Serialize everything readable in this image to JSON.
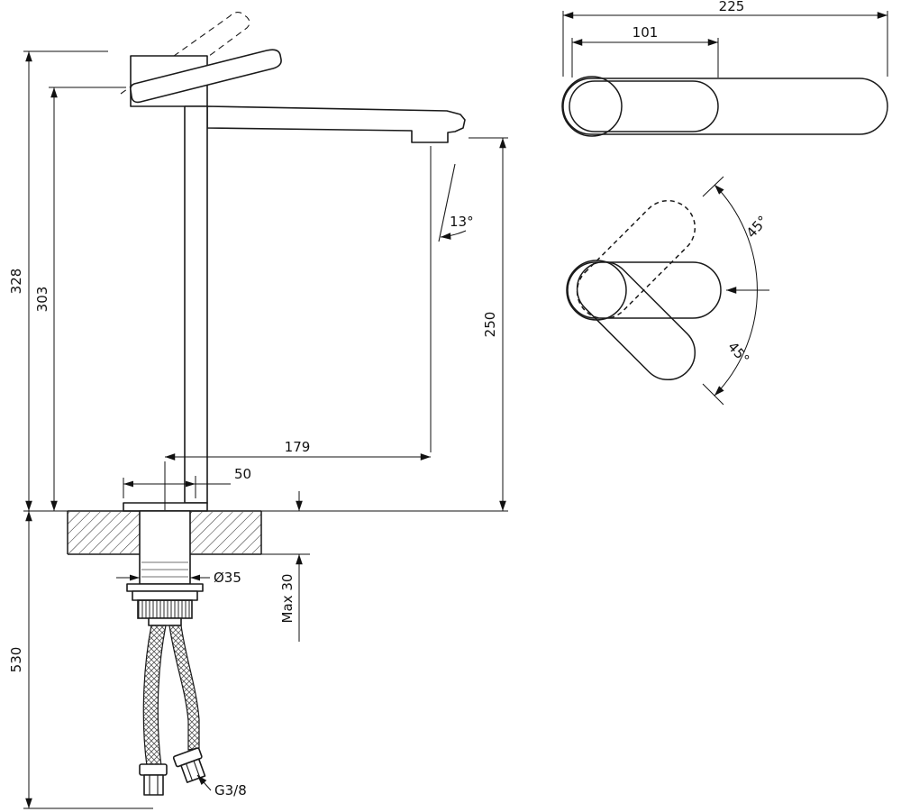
{
  "drawing": {
    "ink": "#1a1a1a",
    "background": "#ffffff",
    "side_view": {
      "labels": {
        "height_total": "328",
        "height_to_spout": "303",
        "height_below_counter": "530",
        "spout_height": "250",
        "spout_angle": "13°",
        "spout_reach": "179",
        "base_offset": "50",
        "hole_diameter": "Ø35",
        "max_counter_thickness": "Max 30",
        "hose_thread": "G3/8"
      }
    },
    "top_view": {
      "labels": {
        "total_length": "225",
        "handle_length": "101"
      }
    },
    "rotation_view": {
      "labels": {
        "swing_up": "45°",
        "swing_down": "45°"
      }
    }
  }
}
